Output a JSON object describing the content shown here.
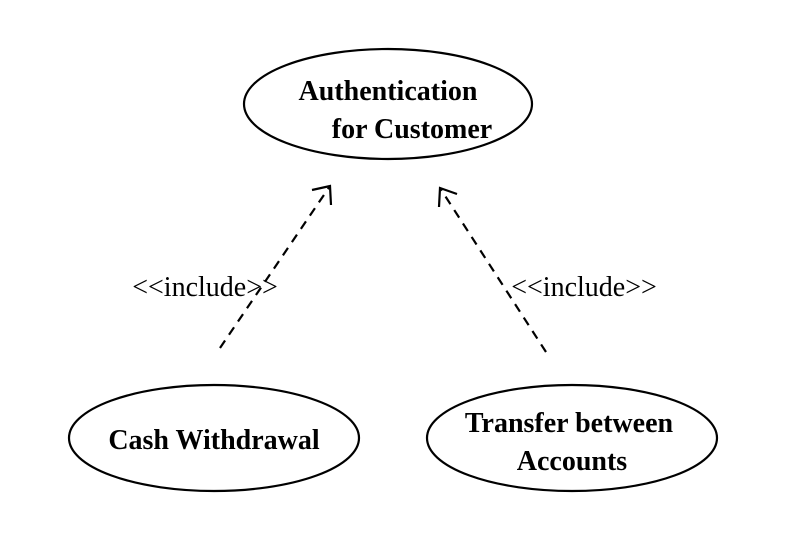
{
  "use_cases": {
    "auth": {
      "line1": "Authentication",
      "line2": "for Customer"
    },
    "cash": {
      "line1": "Cash Withdrawal"
    },
    "transfer": {
      "line1": "Transfer between",
      "line2": "Accounts"
    }
  },
  "relationships": {
    "cash_include": {
      "label": "<<include>>"
    },
    "transfer_include": {
      "label": "<<include>>"
    }
  }
}
